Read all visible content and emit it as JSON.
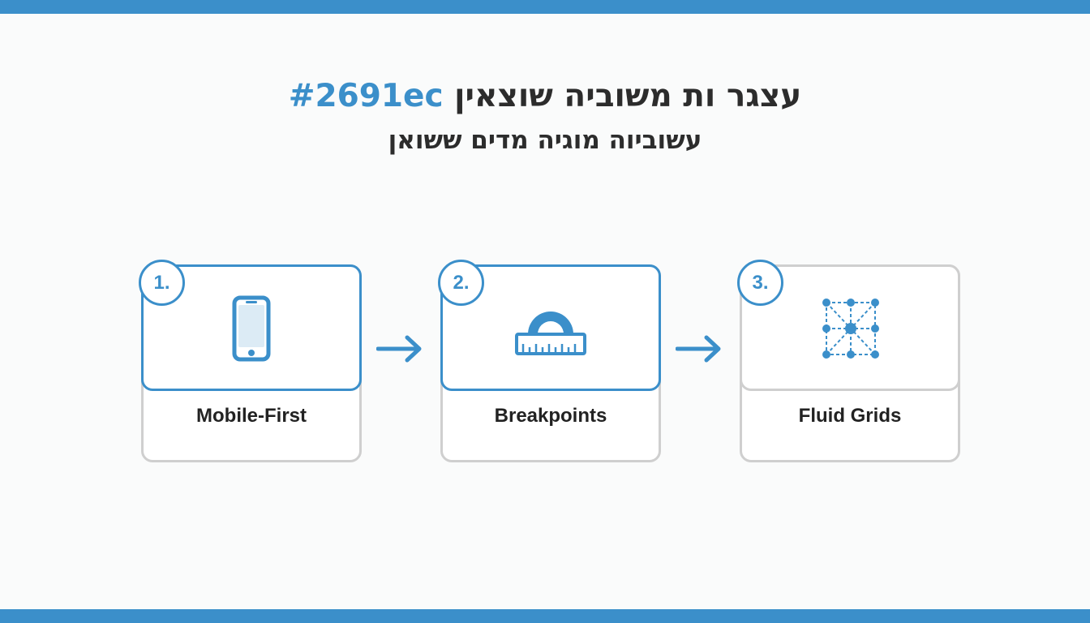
{
  "header": {
    "title_prefix": "עצגר ות משוביה שוצאין",
    "title_highlight": "#2691ec",
    "subtitle": "עשוביוה מוגיה מדים ששואן"
  },
  "colors": {
    "accent": "#3b8fca",
    "border_inactive": "#cfcfcf",
    "text": "#2c2c2c",
    "background": "#fafbfb"
  },
  "steps": [
    {
      "number": "1.",
      "label": "Mobile-First",
      "icon": "mobile-phone-icon",
      "active": true
    },
    {
      "number": "2.",
      "label": "Breakpoints",
      "icon": "ruler-icon",
      "active": true
    },
    {
      "number": "3.",
      "label": "Fluid Grids",
      "icon": "grid-network-icon",
      "active": false
    }
  ]
}
